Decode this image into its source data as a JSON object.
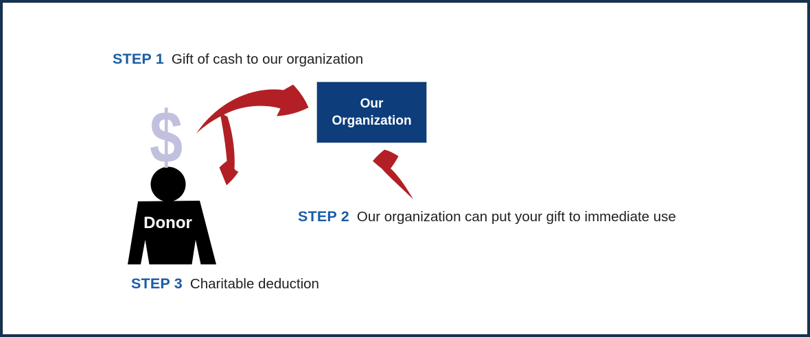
{
  "steps": [
    {
      "label": "STEP 1",
      "text": "Gift of cash to our organization"
    },
    {
      "label": "STEP 2",
      "text": "Our organization can put your gift to immediate use"
    },
    {
      "label": "STEP 3",
      "text": "Charitable deduction"
    }
  ],
  "organization_box": {
    "line1": "Our",
    "line2": "Organization"
  },
  "donor_label": "Donor",
  "dollar_symbol": "$",
  "colors": {
    "frame_border": "#16334f",
    "step_label_blue": "#1a5ca8",
    "body_text": "#1f1f1f",
    "arrow_red": "#b22026",
    "org_box_bg": "#0d3d7a",
    "org_box_text": "#ffffff",
    "dollar_lavender": "#c1c0de",
    "donor_silhouette": "#000000",
    "donor_text": "#ffffff",
    "background": "#ffffff"
  }
}
